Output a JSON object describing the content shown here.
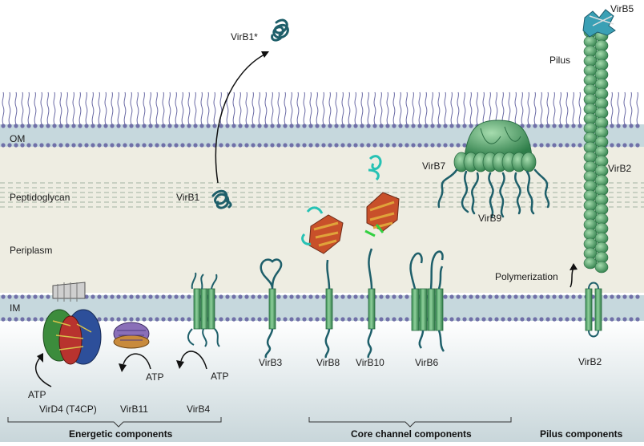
{
  "layers": {
    "om": "OM",
    "peptidoglycan": "Peptidoglycan",
    "periplasm": "Periplasm",
    "im": "IM"
  },
  "labels": {
    "virb1_star": "VirB1*",
    "virb1": "VirB1",
    "virb7": "VirB7",
    "virb9": "VirB9",
    "virb5": "VirB5",
    "pilus": "Pilus",
    "virb2_top": "VirB2",
    "polymerization": "Polymerization",
    "virb3": "VirB3",
    "virb8": "VirB8",
    "virb10": "VirB10",
    "virb6": "VirB6",
    "virb2_bottom": "VirB2",
    "virb4": "VirB4",
    "virb11": "VirB11",
    "virD4": "VirD4 (T4CP)",
    "atp_d4": "ATP",
    "atp_b11": "ATP",
    "atp_b4": "ATP"
  },
  "groups": {
    "energetic": "Energetic components",
    "core": "Core channel components",
    "pilus": "Pilus components"
  },
  "colors": {
    "membrane_band": "#c9d9de",
    "lipid_head": "#7070a8",
    "peptidoglycan_band": "#eeecdf",
    "gradient_bottom": "#cbd8dc",
    "protein_green": "#55a86a",
    "protein_outline": "#2a6d43",
    "loop_teal": "#1e5f6a"
  }
}
